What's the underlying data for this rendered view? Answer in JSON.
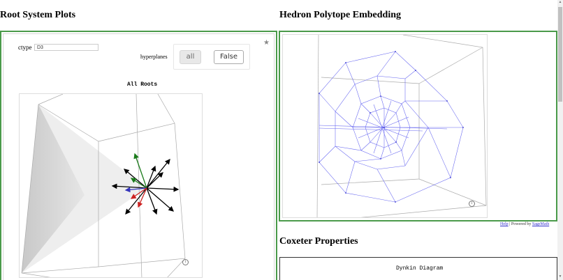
{
  "left_panel": {
    "title": "Root System Plots",
    "ctype_label": "ctype",
    "ctype_value": "D3",
    "hyperplanes_label": "hyperplanes",
    "hyperplanes_options": [
      "all",
      "False"
    ],
    "hyperplanes_selected": "all",
    "star_icon": "★",
    "plot_title": "All Roots",
    "info_icon": "i",
    "arrow_colors": {
      "default": "#000000",
      "green": "#1a7a1a",
      "red": "#cc2222",
      "blue": "#3333bb"
    }
  },
  "right_panel": {
    "title": "Hedron Polytope Embedding",
    "info_icon": "i",
    "graph_color": "#4a4aee",
    "footer": {
      "help_link": "Help",
      "separator": " | Powered by ",
      "sage_link": "SageMath"
    }
  },
  "coxeter": {
    "title": "Coxeter Properties",
    "dynkin_title": "Dynkin Diagram"
  },
  "colors": {
    "frame_green": "#4a9a4a"
  }
}
